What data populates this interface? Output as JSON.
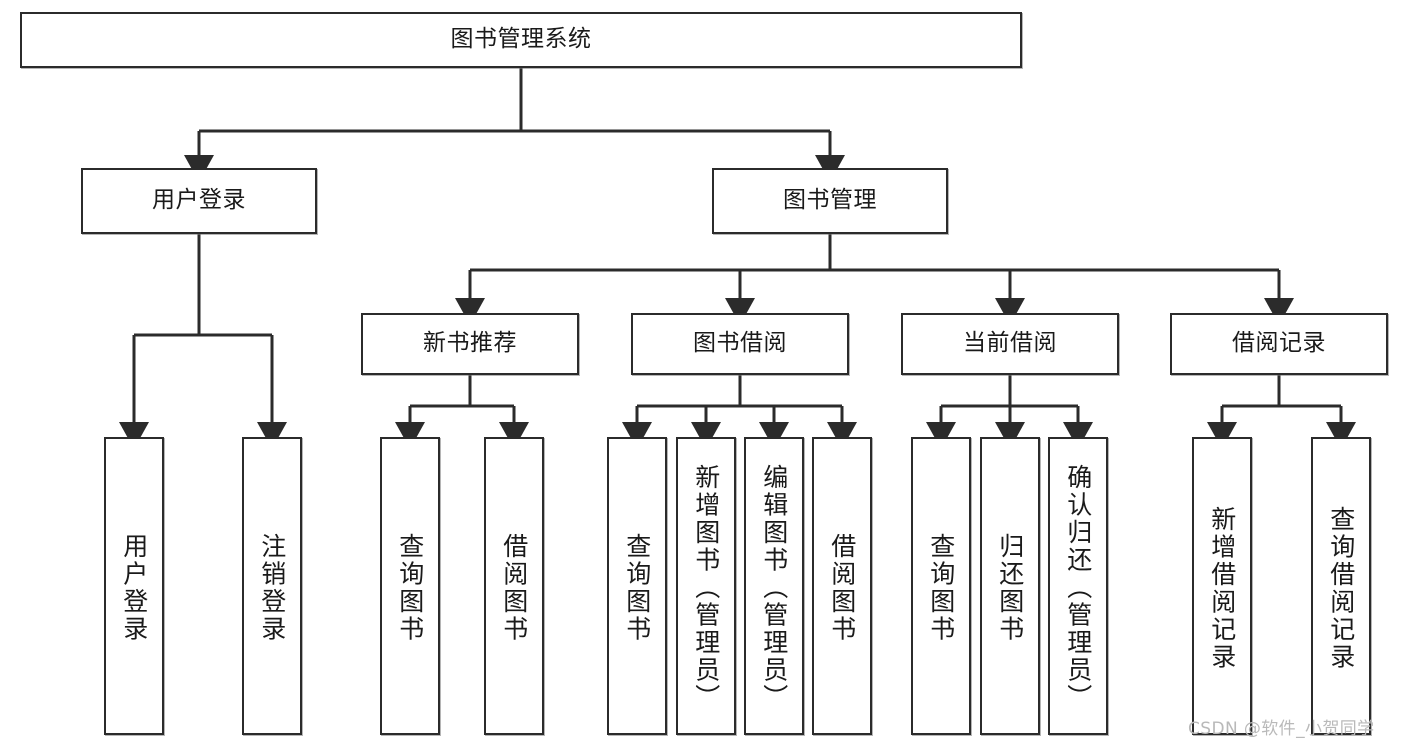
{
  "diagram": {
    "type": "tree-hierarchy-chart",
    "title": "图书管理系统",
    "orientation": "top-down",
    "line_color": "#2b2b2b",
    "box_fill": "#ffffff",
    "nodes": {
      "root": {
        "label": "图书管理系统"
      },
      "level2": [
        {
          "id": "user-login",
          "label": "用户登录"
        },
        {
          "id": "book-management",
          "label": "图书管理"
        }
      ],
      "level3": [
        {
          "id": "new-book-recommend",
          "label": "新书推荐"
        },
        {
          "id": "book-borrow",
          "label": "图书借阅"
        },
        {
          "id": "current-borrow",
          "label": "当前借阅"
        },
        {
          "id": "borrow-record",
          "label": "借阅记录"
        }
      ],
      "leaves": {
        "user-login": [
          {
            "id": "leaf-user-login",
            "label": "用户登录"
          },
          {
            "id": "leaf-logout-login",
            "label": "注销登录"
          }
        ],
        "new-book-recommend": [
          {
            "id": "leaf-query-book-1",
            "label": "查询图书"
          },
          {
            "id": "leaf-borrow-book-1",
            "label": "借阅图书"
          }
        ],
        "book-borrow": [
          {
            "id": "leaf-query-book-2",
            "label": "查询图书"
          },
          {
            "id": "leaf-add-book",
            "label": "新增图书（管理员）"
          },
          {
            "id": "leaf-edit-book",
            "label": "编辑图书（管理员）"
          },
          {
            "id": "leaf-borrow-book-2",
            "label": "借阅图书"
          }
        ],
        "current-borrow": [
          {
            "id": "leaf-query-book-3",
            "label": "查询图书"
          },
          {
            "id": "leaf-return-book",
            "label": "归还图书"
          },
          {
            "id": "leaf-confirm-return",
            "label": "确认归还（管理员）"
          }
        ],
        "borrow-record": [
          {
            "id": "leaf-add-record",
            "label": "新增借阅记录"
          },
          {
            "id": "leaf-query-record",
            "label": "查询借阅记录"
          }
        ]
      }
    }
  },
  "watermark": {
    "text": "CSDN @软件_小贺同学",
    "color": "#b9b9b9"
  }
}
